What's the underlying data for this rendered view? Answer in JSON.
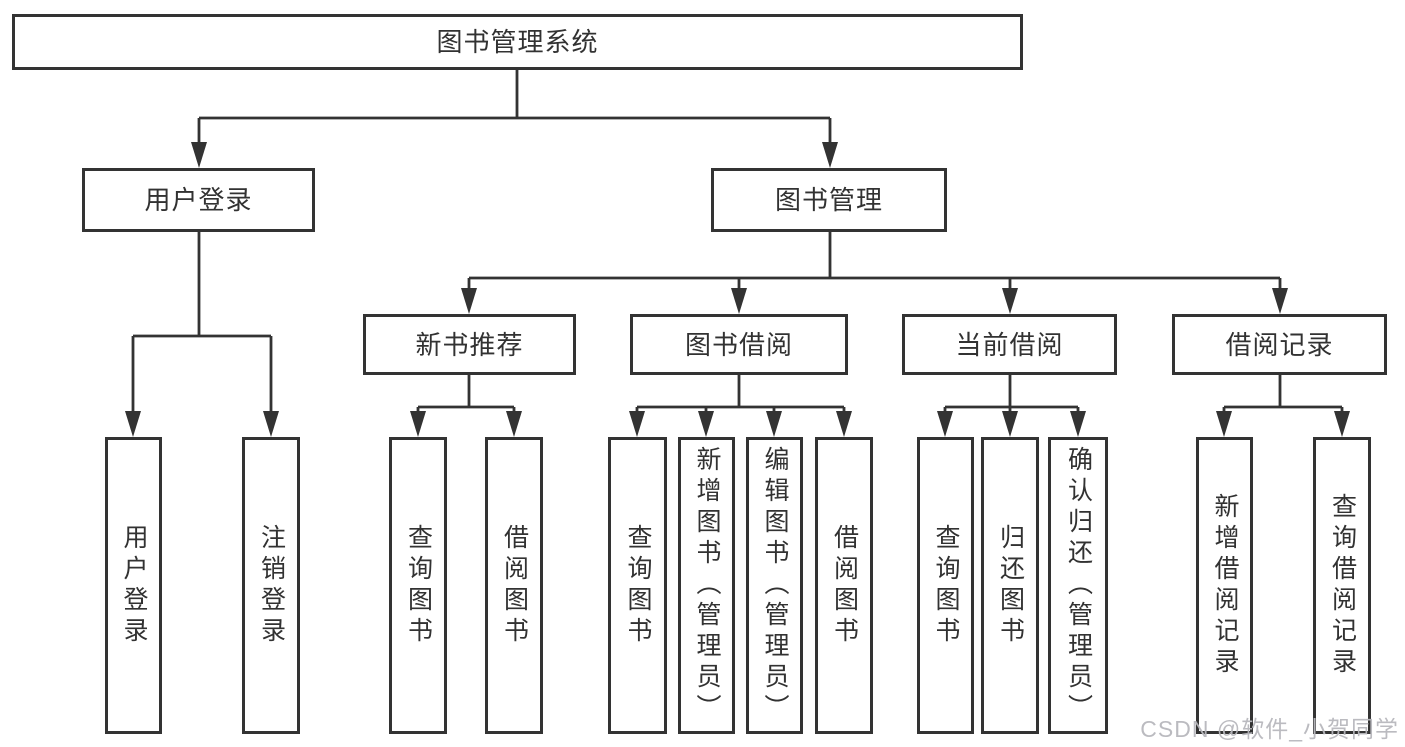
{
  "diagram": {
    "root": {
      "label": "图书管理系统"
    },
    "level2": [
      {
        "label": "用户登录"
      },
      {
        "label": "图书管理"
      }
    ],
    "level3": [
      {
        "label": "新书推荐"
      },
      {
        "label": "图书借阅"
      },
      {
        "label": "当前借阅"
      },
      {
        "label": "借阅记录"
      }
    ],
    "leaves": {
      "user_login": [
        {
          "label": "用户登录"
        },
        {
          "label": "注销登录"
        }
      ],
      "new_book": [
        {
          "label": "查询图书"
        },
        {
          "label": "借阅图书"
        }
      ],
      "book_borrow": [
        {
          "label": "查询图书"
        },
        {
          "label": "新增图书（管理员）"
        },
        {
          "label": "编辑图书（管理员）"
        },
        {
          "label": "借阅图书"
        }
      ],
      "current_borrow": [
        {
          "label": "查询图书"
        },
        {
          "label": "归还图书"
        },
        {
          "label": "确认归还（管理员）"
        }
      ],
      "borrow_records": [
        {
          "label": "新增借阅记录"
        },
        {
          "label": "查询借阅记录"
        }
      ]
    }
  },
  "watermark": {
    "text": "CSDN @软件_小贺同学"
  },
  "colors": {
    "line": "#333333",
    "node_border": "#333333",
    "text": "#323232",
    "watermark": "#b7b7bd",
    "background": "#ffffff"
  }
}
